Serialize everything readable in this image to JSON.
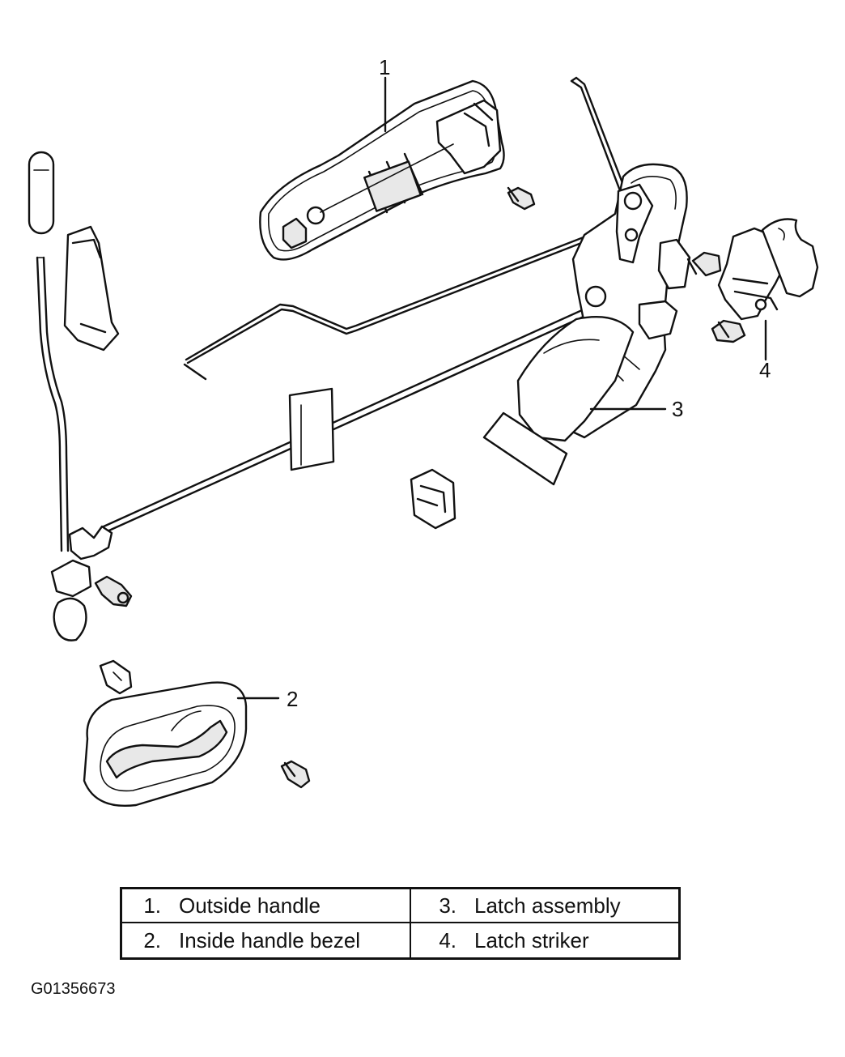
{
  "callouts": [
    {
      "num": "1"
    },
    {
      "num": "2"
    },
    {
      "num": "3"
    },
    {
      "num": "4"
    }
  ],
  "legend": [
    {
      "num": "1.",
      "label": "Outside handle"
    },
    {
      "num": "3.",
      "label": "Latch assembly"
    },
    {
      "num": "2.",
      "label": "Inside handle bezel"
    },
    {
      "num": "4.",
      "label": "Latch striker"
    }
  ],
  "figure_id": "G01356673"
}
